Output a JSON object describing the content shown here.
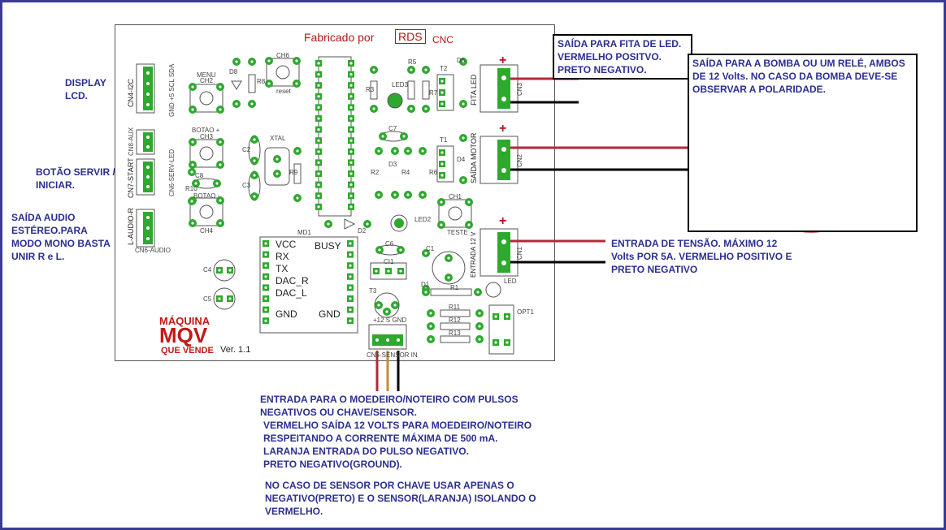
{
  "pcb": {
    "title": "Fabricado por",
    "brand_box": "RDS",
    "brand_suffix": "CNC",
    "version": "Ver. 1.1",
    "logo_top": "MÁQUINA",
    "logo_main": "MQV",
    "logo_bottom": "QUE VENDE",
    "module_pins_left": [
      "VCC",
      "RX",
      "TX",
      "DAC_R",
      "DAC_L",
      "GND"
    ],
    "module_busy": "BUSY",
    "module_gnd_right": "GND",
    "module_name": "MD1",
    "components": {
      "cn4": "CN4-I2C",
      "cn4_pins": "GND +5 SCL SDA",
      "cn8": "CN8-AUX",
      "cn7": "CN7-START",
      "cn_servir_led": "CN6-SERV-LED",
      "l_audio": "L-AUDIO-R",
      "cn6_audio": "CN6-AUDIO",
      "menu": "MENU",
      "ch2": "CH2",
      "d8": "D8",
      "r8": "R8",
      "ch6": "CH6",
      "reset": "reset",
      "r3": "R3",
      "led3": "LED3",
      "r5": "R5",
      "r7": "R7",
      "t2": "T2",
      "d5": "D5",
      "fita_led": "FITA LED",
      "cn3": "CN3",
      "botao_plus": "BOTAO +",
      "ch3": "CH3",
      "c2": "C2",
      "xtal": "XTAL",
      "c7": "C7",
      "t1": "T1",
      "d4": "D4",
      "saida_motor": "SAÍDA MOTOR",
      "cn2": "CN2",
      "c8": "C8",
      "r10": "R10",
      "botao_minus": "BOTAO -",
      "c3": "C3",
      "r9": "R9",
      "r2": "R2",
      "d3": "D3",
      "r4": "R4",
      "r6": "R6",
      "ch4": "CH4",
      "d2": "D2",
      "led2": "LED2",
      "ch1": "CH1",
      "teste": "TESTE",
      "entrada_12v": "ENTRADA 12 V",
      "cn1": "CN1",
      "c6": "C6",
      "ci1": "CI1",
      "c1": "C1",
      "c4": "C4",
      "c5": "C5",
      "t3": "T3",
      "d1": "D1",
      "r1": "R1",
      "led": "LED",
      "r11": "R11",
      "r12": "R12",
      "r13": "R13",
      "opt1": "OPT1",
      "sensor_pins": "+12 S GND",
      "cn5": "CN5-SENSOR IN"
    },
    "plus_sign": "+"
  },
  "notes": {
    "display": [
      "DISPLAY",
      "LCD."
    ],
    "botao_servir": [
      "BOTÃO SERVIR /",
      "INICIAR."
    ],
    "audio": [
      "SAÍDA AUDIO",
      "ESTÉREO.PARA",
      "MODO MONO BASTA",
      "UNIR R e L."
    ],
    "fita_led": [
      "SAÍDA PARA FITA DE LED.",
      "VERMELHO POSITVO.",
      "PRETO NEGATIVO."
    ],
    "bomba": [
      "SAÍDA PARA A BOMBA OU UM RELÉ, AMBOS",
      "DE 12 Volts. NO CASO DA BOMBA DEVE-SE",
      "OBSERVAR A POLARIDADE."
    ],
    "tensao": [
      "ENTRADA DE TENSÃO. MÁXIMO 12",
      "Volts POR 5A. VERMELHO POSITIVO E",
      "PRETO NEGATIVO"
    ],
    "moedeiro": [
      "ENTRADA PARA O MOEDEIRO/NOTEIRO COM PULSOS",
      "NEGATIVOS OU CHAVE/SENSOR.",
      "VERMELHO SAÍDA 12 VOLTS PARA MOEDEIRO/NOTEIRO",
      "RESPEITANDO A CORRENTE MÁXIMA DE 500 mA.",
      "LARANJA ENTRADA DO PULSO NEGATIVO.",
      "PRETO NEGATIVO(GROUND)."
    ],
    "sensor_chave": [
      "NO CASO DE SENSOR POR CHAVE USAR APENAS O",
      "NEGATIVO(PRETO) E O SENSOR(LARANJA) ISOLANDO O",
      "VERMELHO."
    ]
  },
  "colors": {
    "pad": "#2ea82e",
    "terminal": "#2ea82e",
    "wire_red": "#b5283a",
    "wire_black": "#000000",
    "wire_orange": "#c98a3a",
    "note_text": "#2b2f8f",
    "pcb_red": "#b01818"
  }
}
